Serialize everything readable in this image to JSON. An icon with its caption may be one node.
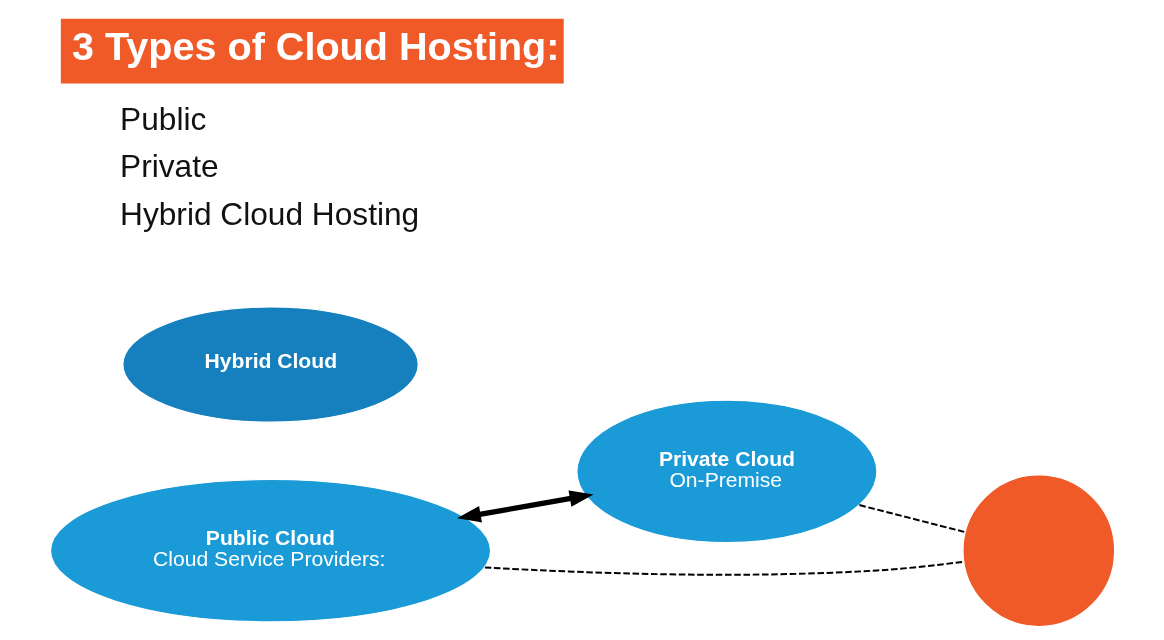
{
  "diagram": {
    "title": "3 Types of Cloud Hosting:",
    "nodes": [
      {
        "text": [
          "Public Cloud",
          "Cloud Service Providers:"
        ]
      },
      {
        "text": [
          "Hybrid Cloud"
        ]
      },
      {
        "text": [
          "Private Cloud",
          "On-Premise"
        ]
      },
      {
        "text": [],
        "shape": "circle"
      }
    ],
    "edges": [
      {
        "from": 0,
        "to": 2,
        "arrow": "both",
        "style": "thick"
      },
      {
        "from": 0,
        "to": 3,
        "arrow": "none",
        "style": "dashed"
      },
      {
        "from": 2,
        "to": 3,
        "arrow": "none",
        "style": "dashed"
      }
    ],
    "labels": [
      "Public",
      "Private",
      "Hybrid Cloud Hosting"
    ]
  }
}
